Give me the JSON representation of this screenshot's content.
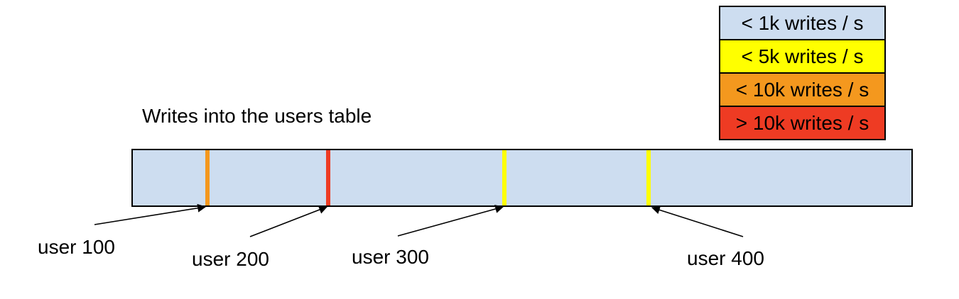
{
  "title": "Writes into the users table",
  "legend": {
    "items": [
      {
        "label": "< 1k writes / s",
        "color": "#cdddf0"
      },
      {
        "label": "< 5k writes / s",
        "color": "#ffff00"
      },
      {
        "label": "< 10k writes / s",
        "color": "#f4981e"
      },
      {
        "label": "> 10k writes / s",
        "color": "#ee3b23"
      }
    ]
  },
  "table_bar": {
    "fill": "#cdddf0",
    "border_color": "#000000",
    "markers": [
      {
        "label": "user 100",
        "rate": "< 10k writes / s",
        "color": "#f4981e",
        "position_pct": 9.6
      },
      {
        "label": "user 200",
        "rate": "> 10k writes / s",
        "color": "#ee3b23",
        "position_pct": 25.1
      },
      {
        "label": "user 300",
        "rate": "< 5k writes / s",
        "color": "#ffff00",
        "position_pct": 47.7
      },
      {
        "label": "user 400",
        "rate": "< 5k writes / s",
        "color": "#ffff00",
        "position_pct": 66.2
      }
    ]
  }
}
